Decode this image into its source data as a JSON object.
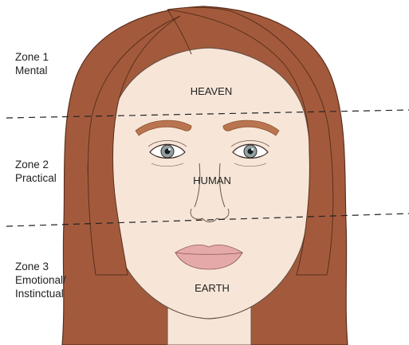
{
  "zones": [
    {
      "name": "Zone 1",
      "desc": "Mental"
    },
    {
      "name": "Zone 2",
      "desc": "Practical"
    },
    {
      "name": "Zone 3",
      "desc": "Emotional/ Instinctual"
    }
  ],
  "face_regions": {
    "top": "HEAVEN",
    "middle": "HUMAN",
    "bottom": "EARTH"
  },
  "colors": {
    "hair": "#a35a3c",
    "hair_outline": "#5b2f1c",
    "skin": "#f7e6d8",
    "skin_outline": "#6b5245",
    "eyebrow": "#b9754f",
    "lips": "#e6a9a9",
    "iris": "#8fa2a6",
    "divider": "#222222"
  }
}
